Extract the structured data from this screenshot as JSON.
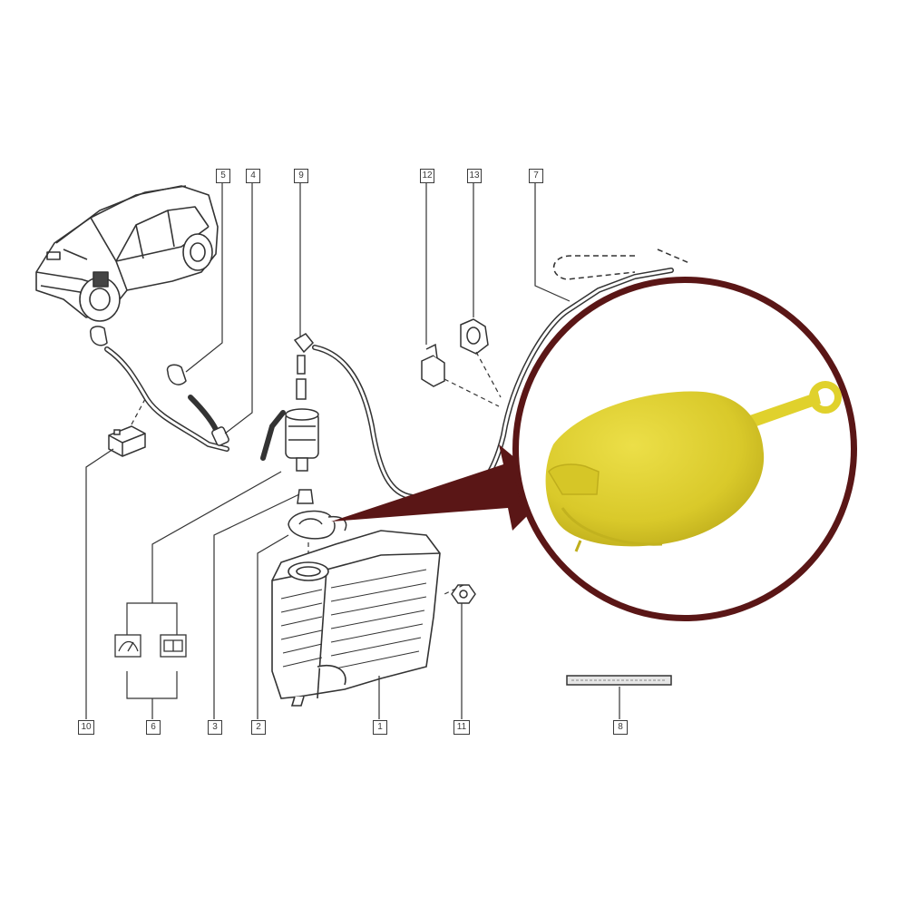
{
  "callouts": {
    "c1": "1",
    "c2": "2",
    "c3": "3",
    "c4": "4",
    "c5": "5",
    "c6": "6",
    "c7": "7",
    "c8": "8",
    "c9": "9",
    "c10": "10",
    "c11": "11",
    "c12": "12",
    "c13": "13"
  },
  "colors": {
    "line": "#333333",
    "highlight_ring": "#5a1616",
    "cap": "#e2d430"
  }
}
